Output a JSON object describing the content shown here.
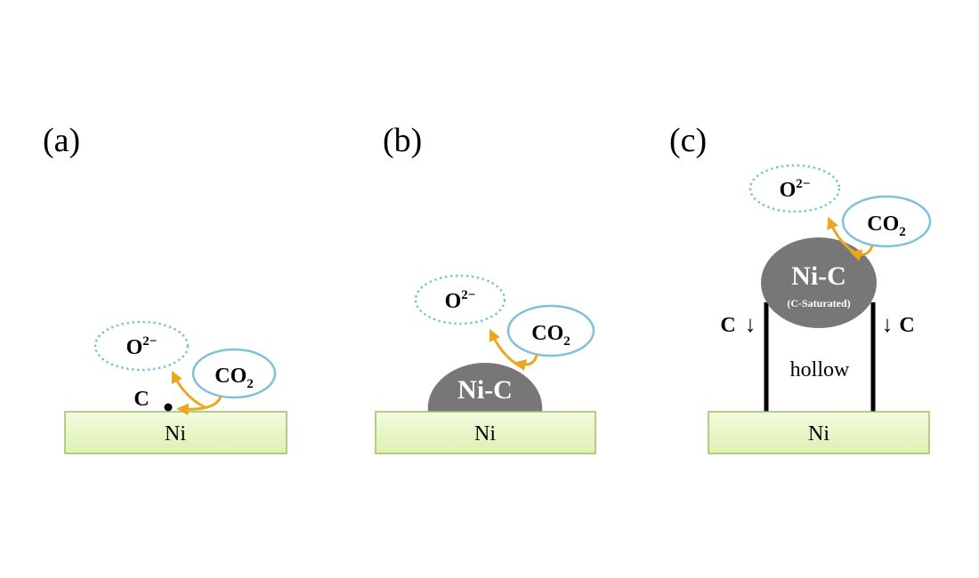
{
  "panels": [
    {
      "label": "(a)",
      "substrate": "Ni",
      "oxygen": {
        "text": "O",
        "sup": "2−"
      },
      "co2": {
        "text": "CO",
        "sub": "2"
      },
      "carbon": "C"
    },
    {
      "label": "(b)",
      "substrate": "Ni",
      "oxygen": {
        "text": "O",
        "sup": "2−"
      },
      "co2": {
        "text": "CO",
        "sub": "2"
      },
      "particle": "Ni-C"
    },
    {
      "label": "(c)",
      "substrate": "Ni",
      "oxygen": {
        "text": "O",
        "sup": "2−"
      },
      "co2": {
        "text": "CO",
        "sub": "2"
      },
      "particle": "Ni-C",
      "particle_note": "(C-Saturated)",
      "flux_left": "C",
      "flux_right": "C",
      "flux_arrow": "↓",
      "hollow": "hollow"
    }
  ],
  "colors": {
    "substrate_fill": "#e8f7c6",
    "substrate_stroke": "#9ebd67",
    "particle": "#777777",
    "co2_stroke": "#7ec2d9",
    "oxygen_stroke": "#7ec2d9",
    "arrow": "#e9a820",
    "wall": "#000000"
  }
}
